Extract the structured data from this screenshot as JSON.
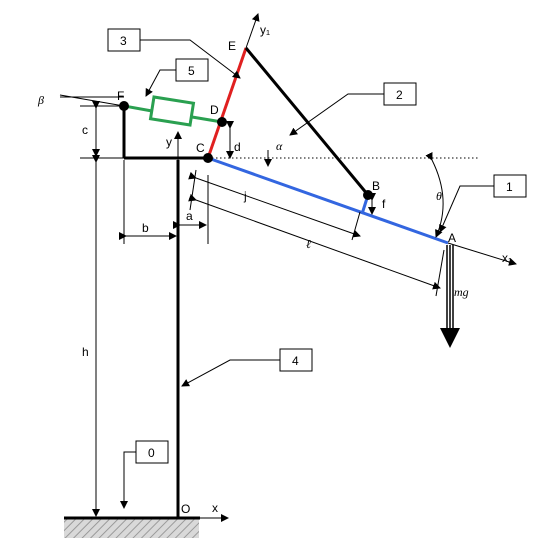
{
  "diagram": {
    "points": {
      "O": "O",
      "A": "A",
      "B": "B",
      "C": "C",
      "D": "D",
      "E": "E",
      "F": "F"
    },
    "axes": {
      "x": "x",
      "y": "y",
      "x1": "x₁",
      "y1": "y₁"
    },
    "dimensions": {
      "h": "h",
      "c": "c",
      "b": "b",
      "a": "a",
      "d": "d",
      "j": "j",
      "l": "ℓ",
      "f": "f"
    },
    "angles": {
      "alpha": "α",
      "beta": "β",
      "theta": "θ"
    },
    "force": "mg⃗",
    "part_numbers": [
      "0",
      "1",
      "2",
      "3",
      "4",
      "5"
    ],
    "colors": {
      "link1": "#3366e0",
      "link3": "#e02020",
      "spring": "#2aa050",
      "structure": "#000000"
    }
  }
}
